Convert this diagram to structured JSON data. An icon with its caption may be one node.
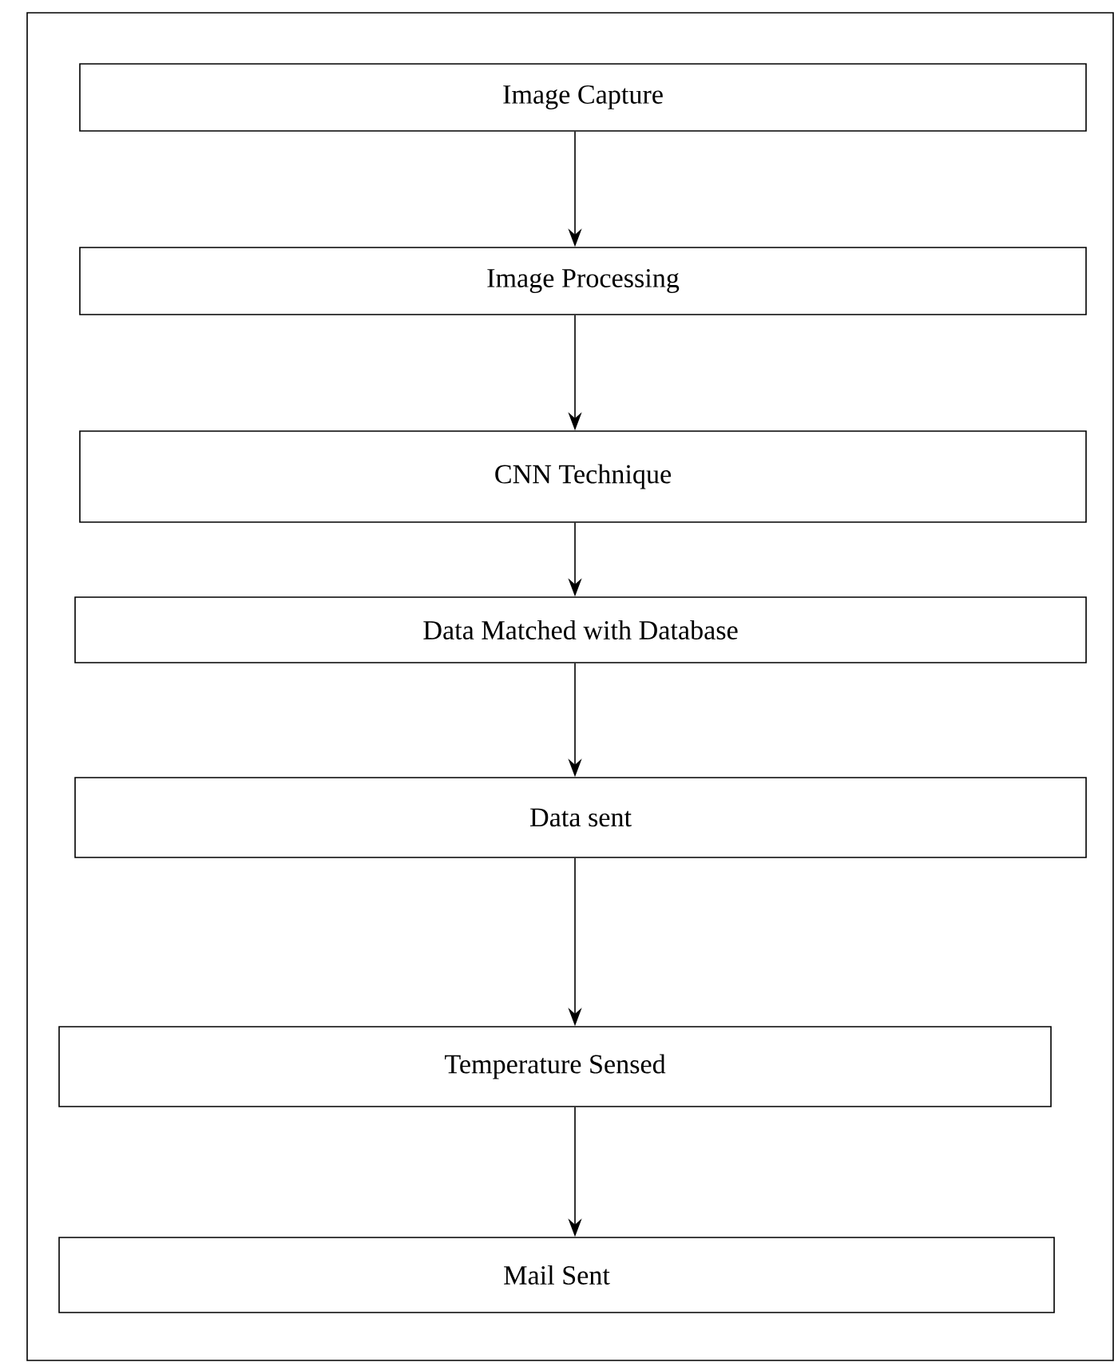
{
  "diagram": {
    "nodes": [
      {
        "text": [
          "Image Capture"
        ]
      },
      {
        "text": [
          "Image Processing"
        ]
      },
      {
        "text": [
          "CNN Technique"
        ]
      },
      {
        "text": [
          "Data Matched with Database"
        ]
      },
      {
        "text": [
          "Data sent"
        ]
      },
      {
        "text": [
          "Temperature Sensed"
        ]
      },
      {
        "text": [
          "Mail Sent"
        ]
      }
    ],
    "edges": [
      {
        "from": 0,
        "to": 1,
        "arrow": "to"
      },
      {
        "from": 1,
        "to": 2,
        "arrow": "to"
      },
      {
        "from": 2,
        "to": 3,
        "arrow": "to"
      },
      {
        "from": 3,
        "to": 4,
        "arrow": "to"
      },
      {
        "from": 4,
        "to": 5,
        "arrow": "to"
      },
      {
        "from": 5,
        "to": 6,
        "arrow": "to"
      }
    ]
  }
}
